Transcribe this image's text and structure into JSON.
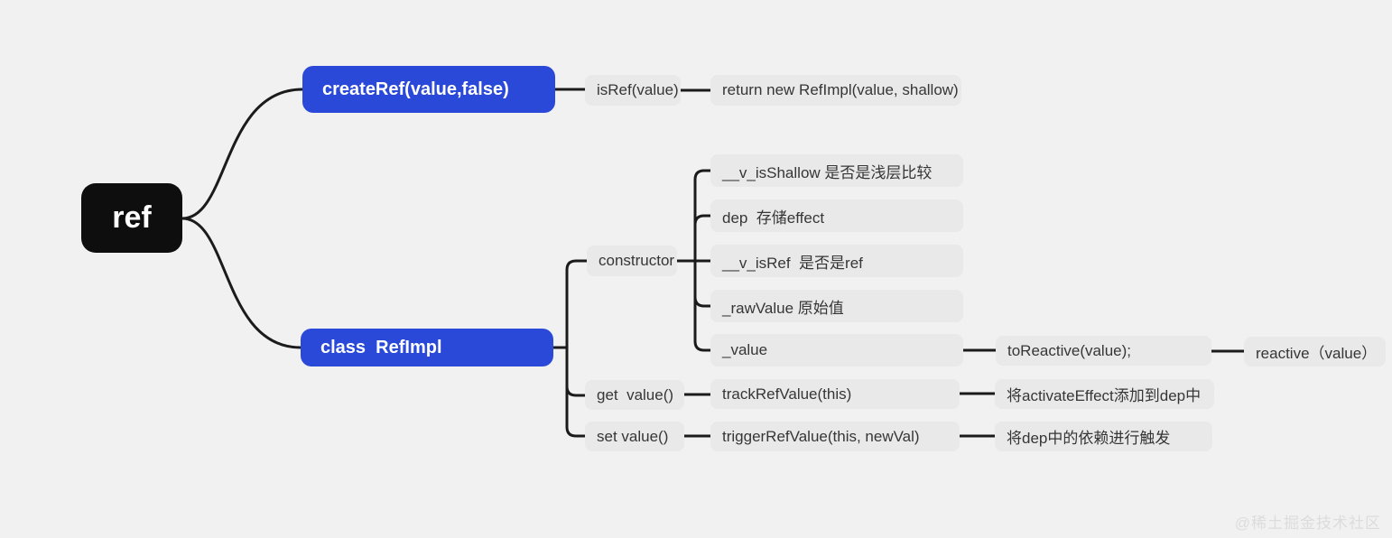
{
  "colors": {
    "background": "#f1f1f2",
    "line": "#1b1b1b",
    "node_gray": "#e9e9ea",
    "node_blue": "#2a49d8",
    "node_black": "#0e0e0e",
    "gray_text": "#363636",
    "watermark_text": "#dcdcdd"
  },
  "mindmap": {
    "root": "ref",
    "create_ref": {
      "label": "createRef(value,false)",
      "is_ref": "isRef(value)",
      "return_stmt": "return new RefImpl(value, shallow)"
    },
    "class_ref_impl": {
      "label": "class  RefImpl"
    },
    "ctor": {
      "label": "constructor",
      "fields": [
        "__v_isShallow 是否是浅层比较",
        "dep  存储effect",
        "__v_isRef  是否是ref",
        "_rawValue 原始值",
        "_value"
      ],
      "value_chain": [
        "toReactive(value);",
        "reactive（value）"
      ]
    },
    "getter": {
      "label": "get  value()",
      "impl": "trackRefValue(this)",
      "note": "将activateEffect添加到dep中"
    },
    "setter": {
      "label": "set value()",
      "impl": "triggerRefValue(this, newVal)",
      "note": "将dep中的依赖进行触发"
    }
  },
  "watermark": {
    "text": "@稀土掘金技术社区"
  }
}
